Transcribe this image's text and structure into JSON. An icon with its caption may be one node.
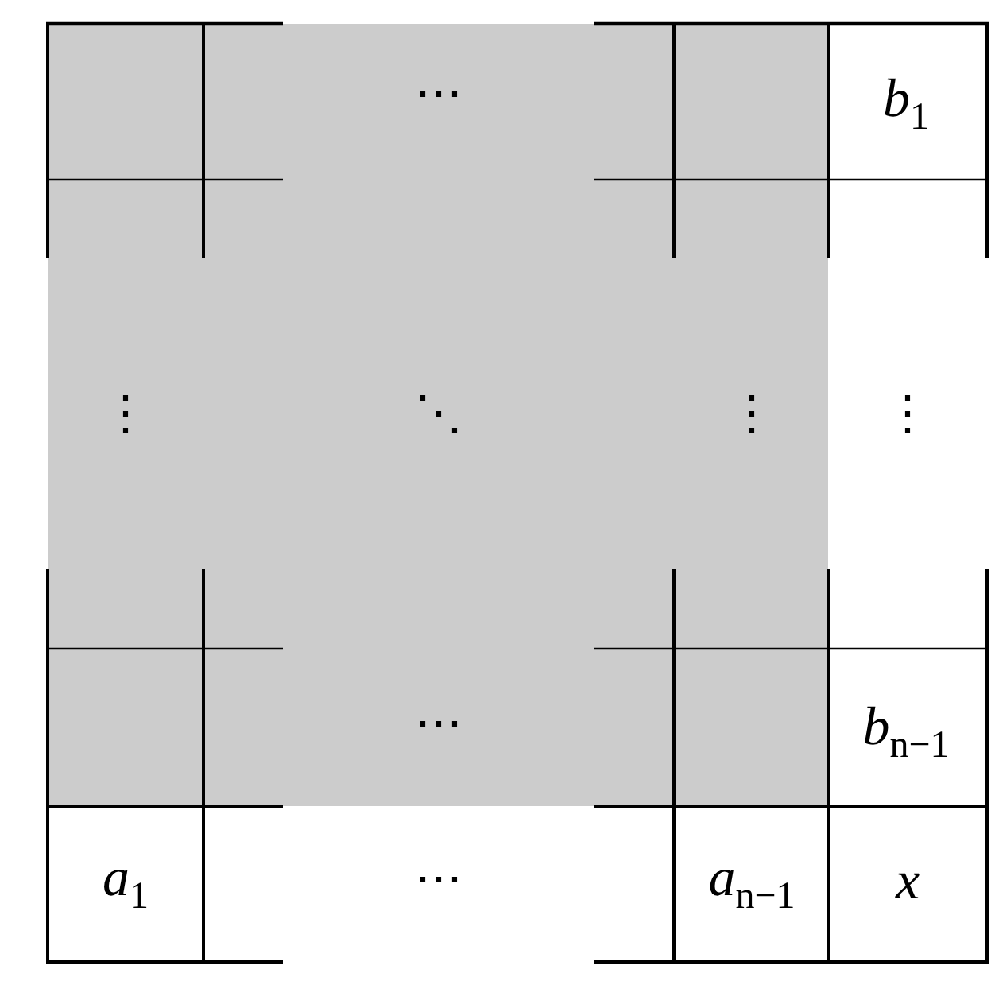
{
  "diagram": {
    "labels": [
      "⋯",
      "*b*$_{1}$",
      "⋮",
      "⋱",
      "⋮",
      "⋮",
      "⋯",
      "*b*$_{n−1}$",
      "*a*$_{1}$",
      "⋯",
      "*a*$_{n−1}$",
      "*x*"
    ]
  }
}
